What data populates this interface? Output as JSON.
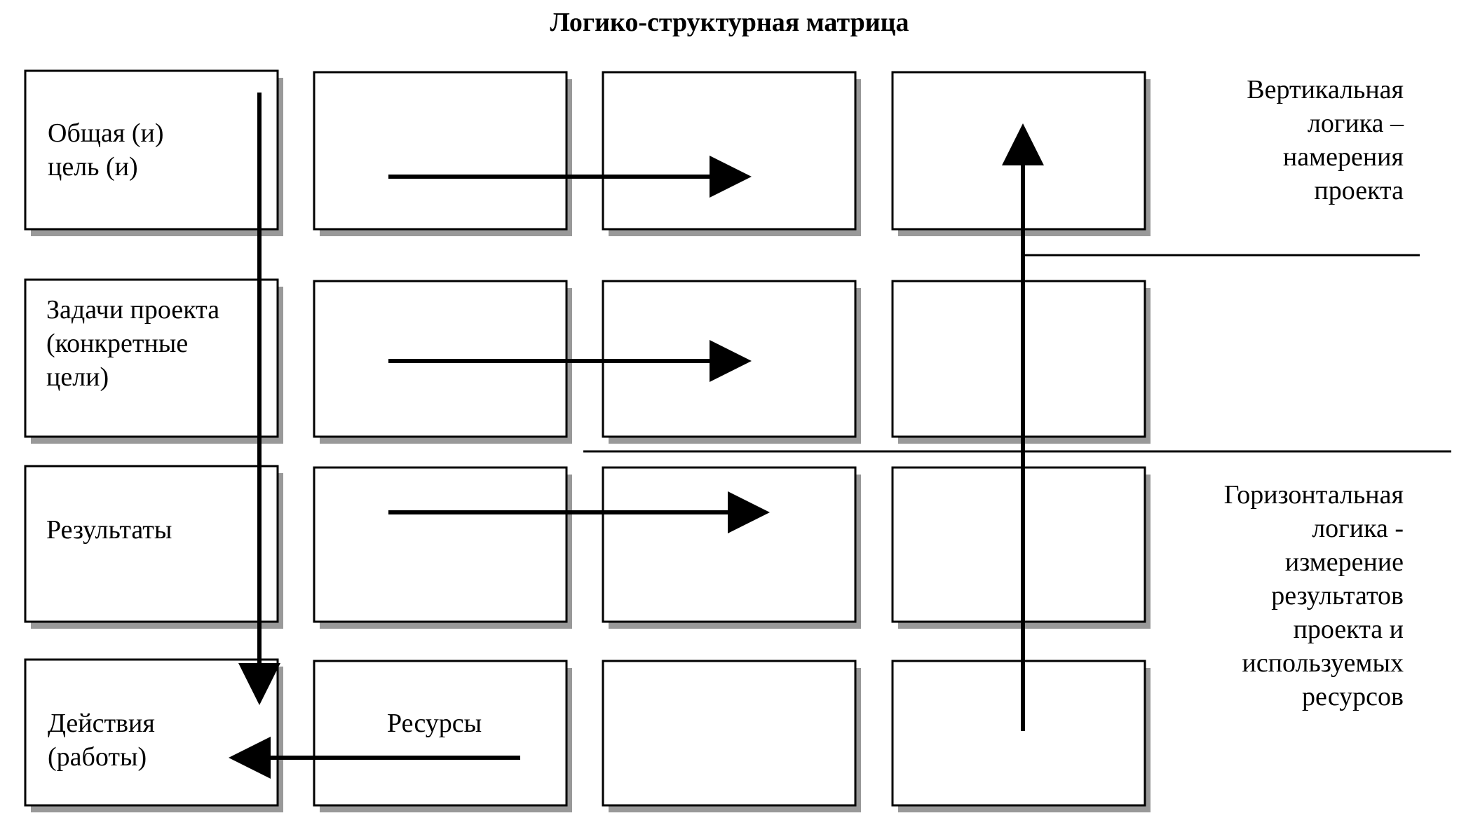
{
  "title": "Логико-структурная матрица",
  "rows": [
    {
      "label_lines": [
        "Общая (и)",
        "цель (и)"
      ]
    },
    {
      "label_lines": [
        "Задачи проекта",
        "(конкретные",
        "цели)"
      ]
    },
    {
      "label_lines": [
        "Результаты"
      ]
    },
    {
      "label_lines": [
        "Действия",
        "(работы)"
      ]
    }
  ],
  "resources_label": "Ресурсы",
  "vertical_logic_lines": [
    "Вертикальная",
    "логика –",
    "намерения",
    "проекта"
  ],
  "horizontal_logic_lines": [
    "Горизонтальная",
    "логика -",
    "измерение",
    "результатов",
    "проекта и",
    "используемых",
    "ресурсов"
  ]
}
